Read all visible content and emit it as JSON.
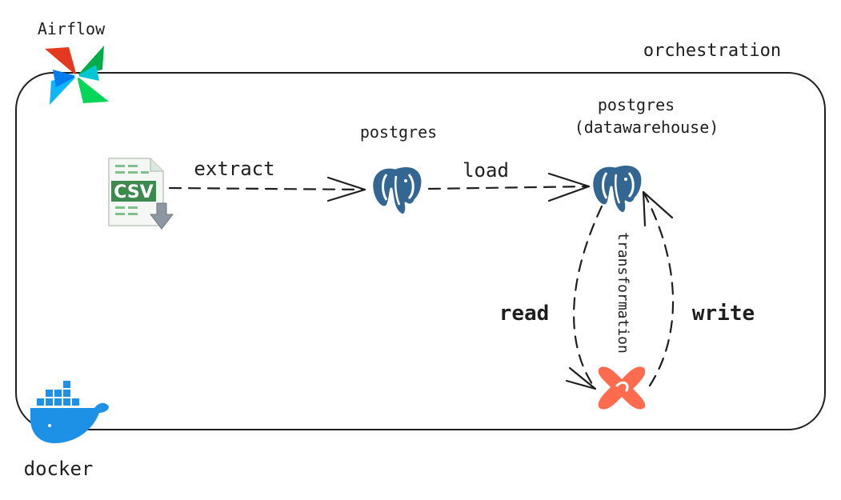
{
  "labels": {
    "airflow": "Airflow",
    "orchestration": "orchestration",
    "docker": "docker",
    "postgres": "postgres",
    "postgres_dw_line1": "postgres",
    "postgres_dw_line2": "(datawarehouse)",
    "extract": "extract",
    "load": "load",
    "read": "read",
    "write": "write",
    "transformation": "transformation",
    "csv": "CSV"
  },
  "icons": {
    "airflow": "airflow-pinwheel-icon",
    "csv": "csv-file-download-icon",
    "postgres": "postgres-elephant-icon",
    "dbt": "dbt-icon",
    "docker": "docker-whale-icon"
  },
  "colors": {
    "postgres_blue": "#336791",
    "postgres_blue_light": "#1e73be",
    "dbt_orange": "#fe6b4f",
    "docker_blue": "#1d91e6",
    "csv_green": "#3c8a4e",
    "stroke": "#1e1e1e"
  }
}
